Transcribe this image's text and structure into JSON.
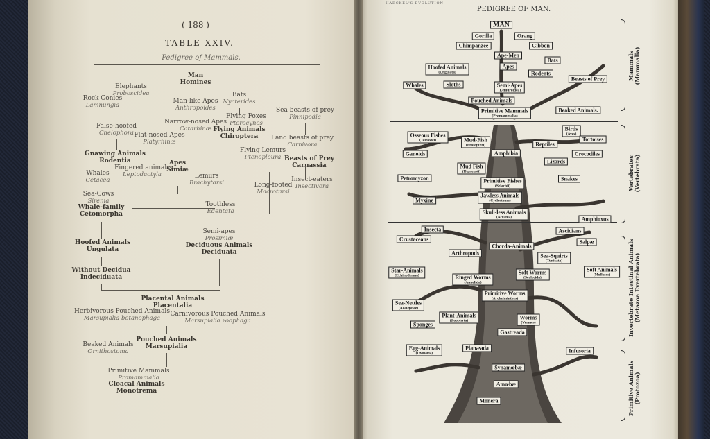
{
  "left_page": {
    "page_number": "( 188 )",
    "table_title": "TABLE XXIV.",
    "subtitle": "Pedigree of Mammals.",
    "nodes": [
      {
        "common": "Man",
        "latin": "Homines",
        "style": "bold"
      },
      {
        "common": "Elephants",
        "latin": "Proboscidea"
      },
      {
        "common": "Rock Conies",
        "latin": "Lamnungia"
      },
      {
        "common": "Man-like Apes",
        "latin": "Anthropoides"
      },
      {
        "common": "Bats",
        "latin": "Nycterides"
      },
      {
        "common": "Sea beasts of prey",
        "latin": "Pinnipedia"
      },
      {
        "common": "Narrow-nosed Apes",
        "latin": "Catarhinæ"
      },
      {
        "common": "Flying Foxes",
        "latin": "Pterocynes"
      },
      {
        "common": "False-hoofed",
        "latin": "Chelophora"
      },
      {
        "common": "Flat-nosed Apes",
        "latin": "Platyrhinæ"
      },
      {
        "common": "Flying Animals",
        "latin": "Chiroptera",
        "style": "bold"
      },
      {
        "common": "Land beasts of prey",
        "latin": "Carnivora"
      },
      {
        "common": "Gnawing Animals",
        "latin": "Rodentia",
        "style": "bold"
      },
      {
        "common": "Flying Lemurs",
        "latin": "Ptenopleura"
      },
      {
        "common": "Beasts of Prey",
        "latin": "Carnassia",
        "style": "bold"
      },
      {
        "common": "Apes",
        "latin": "Simiæ",
        "style": "bold"
      },
      {
        "common": "Fingered animals",
        "latin": "Leptodactyla"
      },
      {
        "common": "Whales",
        "latin": "Cetacea"
      },
      {
        "common": "Lemurs",
        "latin": "Brachytarsi"
      },
      {
        "common": "Insect-eaters",
        "latin": "Insectivora"
      },
      {
        "common": "Long-footed",
        "latin": "Macrotarsi"
      },
      {
        "common": "Sea-Cows",
        "latin": "Sirenia"
      },
      {
        "common": "Whale-family",
        "latin": "Cetomorpha",
        "style": "bold"
      },
      {
        "common": "Toothless",
        "latin": "Edentata"
      },
      {
        "common": "Semi-apes",
        "latin": "Prosimiæ"
      },
      {
        "common": "Deciduous Animals",
        "latin": "Deciduata",
        "style": "bold"
      },
      {
        "common": "Hoofed Animals",
        "latin": "Ungulata",
        "style": "bold"
      },
      {
        "common": "Without Decidua",
        "latin": "Indeciduata",
        "style": "bold"
      },
      {
        "common": "Placental Animals",
        "latin": "Placentalia",
        "style": "bold"
      },
      {
        "common": "Herbivorous Pouched Animals",
        "latin": "Marsupialia botanophaga"
      },
      {
        "common": "Carnivorous Pouched Animals",
        "latin": "Marsupialia zoophaga"
      },
      {
        "common": "Pouched Animals",
        "latin": "Marsupialia",
        "style": "bold"
      },
      {
        "common": "Beaked Animals",
        "latin": "Ornithostoma"
      },
      {
        "common": "Primitive Mammals",
        "latin": "Promammalia"
      },
      {
        "common": "Cloacal Animals",
        "latin": "Monotrema",
        "style": "bold"
      }
    ]
  },
  "right_page": {
    "running_head": "HAECKEL'S EVOLUTION",
    "title": "PEDIGREE OF MAN.",
    "labels": [
      {
        "name": "MAN"
      },
      {
        "name": "Gorilla"
      },
      {
        "name": "Orang"
      },
      {
        "name": "Chimpanzee"
      },
      {
        "name": "Gibbon"
      },
      {
        "name": "Ape-Men"
      },
      {
        "name": "Bats"
      },
      {
        "name": "Apes"
      },
      {
        "name": "Hoofed Animals",
        "sub": "(Ungulata)"
      },
      {
        "name": "Rodents"
      },
      {
        "name": "Beasts of Prey"
      },
      {
        "name": "Whales"
      },
      {
        "name": "Sloths"
      },
      {
        "name": "Semi-Apes",
        "sub": "(Lemuroidea)"
      },
      {
        "name": "Pouched Animals"
      },
      {
        "name": "Primitive Mammals",
        "sub": "(Promammalia)"
      },
      {
        "name": "Beaked Animals."
      },
      {
        "name": "Osseous Fishes",
        "sub": "(Teleostei)"
      },
      {
        "name": "Mud-Fish",
        "sub": "(Protopteri)"
      },
      {
        "name": "Birds",
        "sub": "(Aves)"
      },
      {
        "name": "Tortoises"
      },
      {
        "name": "Reptiles"
      },
      {
        "name": "Ganoids"
      },
      {
        "name": "Amphibia"
      },
      {
        "name": "Crocodiles"
      },
      {
        "name": "Lizards"
      },
      {
        "name": "Mud Fish",
        "sub": "(Dipneusti)"
      },
      {
        "name": "Petromyzon"
      },
      {
        "name": "Primitive Fishes",
        "sub": "(Selachii)"
      },
      {
        "name": "Snakes"
      },
      {
        "name": "Myxine"
      },
      {
        "name": "Jawless Animals",
        "sub": "(Cyclostoma)"
      },
      {
        "name": "Skull-less Animals",
        "sub": "(Acrania)"
      },
      {
        "name": "Amphioxus"
      },
      {
        "name": "Insecta"
      },
      {
        "name": "Ascidians"
      },
      {
        "name": "Crustaceans"
      },
      {
        "name": "Chorda-Animals"
      },
      {
        "name": "Salpæ"
      },
      {
        "name": "Arthropods"
      },
      {
        "name": "Sea-Squirts",
        "sub": "(Tunicata)"
      },
      {
        "name": "Star-Animals",
        "sub": "(Echinoderma)"
      },
      {
        "name": "Soft Worms",
        "sub": "(Scolecida)"
      },
      {
        "name": "Soft Animals",
        "sub": "(Molluscs)"
      },
      {
        "name": "Ringed Worms",
        "sub": "(Annelida)"
      },
      {
        "name": "Primitive Worms",
        "sub": "(Archelminthes)"
      },
      {
        "name": "Sea-Nettles",
        "sub": "(Acalephae)"
      },
      {
        "name": "Plant-Animals",
        "sub": "(Zoophyta)"
      },
      {
        "name": "Worms",
        "sub": "(Vermes)"
      },
      {
        "name": "Sponges"
      },
      {
        "name": "Gastreada"
      },
      {
        "name": "Egg-Animals",
        "sub": "(Ovularia)"
      },
      {
        "name": "Planæada"
      },
      {
        "name": "Infusoria"
      },
      {
        "name": "Synamœbæ"
      },
      {
        "name": "Amœbæ"
      },
      {
        "name": "Monera"
      }
    ],
    "side_labels": [
      {
        "name": "Mammals",
        "sub": "(Mammalia)"
      },
      {
        "name": "Vertebrates",
        "sub": "(Vertebrata)"
      },
      {
        "name": "Invertebrate Intestinal Animals",
        "sub": "(Metazoa Evertebrata)"
      },
      {
        "name": "Primitive Animals",
        "sub": "(Protozoa)"
      }
    ]
  },
  "colors": {
    "paper": "#e8e3d4",
    "ink": "#3a3630",
    "background": "#1d2230"
  }
}
